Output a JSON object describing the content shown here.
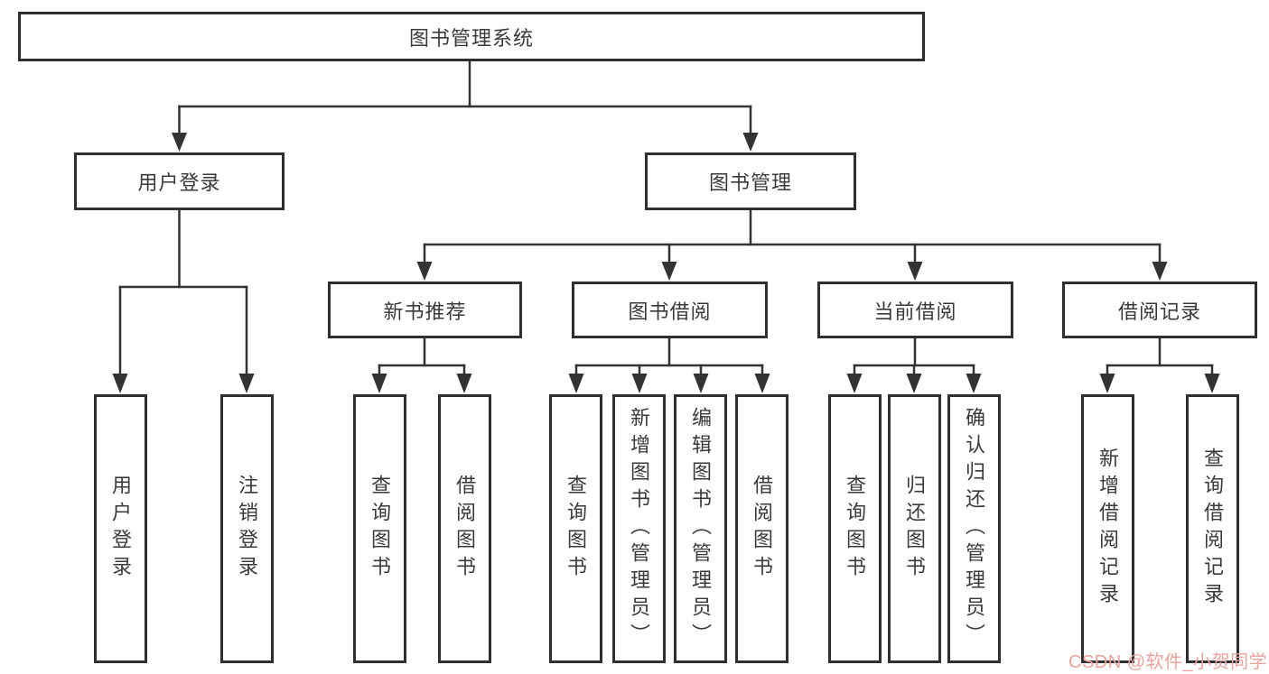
{
  "diagram": {
    "root": {
      "label": "图书管理系统"
    },
    "level1": [
      {
        "id": "user-login",
        "label": "用户登录"
      },
      {
        "id": "book-management",
        "label": "图书管理"
      }
    ],
    "level2": [
      {
        "id": "new-book-recommend",
        "label": "新书推荐"
      },
      {
        "id": "book-borrow",
        "label": "图书借阅"
      },
      {
        "id": "current-borrow",
        "label": "当前借阅"
      },
      {
        "id": "borrow-records",
        "label": "借阅记录"
      }
    ],
    "leaves": {
      "user_login": [
        "用户登录",
        "注销登录"
      ],
      "new_book_recommend": [
        "查询图书",
        "借阅图书"
      ],
      "book_borrow": [
        "查询图书",
        "新增图书（管理员）",
        "编辑图书（管理员）",
        "借阅图书"
      ],
      "current_borrow": [
        "查询图书",
        "归还图书",
        "确认归还（管理员）"
      ],
      "borrow_records": [
        "新增借阅记录",
        "查询借阅记录"
      ]
    }
  },
  "watermark": {
    "text": "CSDN @软件_小贺同学",
    "color": "#e9a49e"
  },
  "colors": {
    "line": "#333333",
    "box_border": "#2f2f2f",
    "text": "#3a3a3a",
    "background": "#ffffff"
  }
}
